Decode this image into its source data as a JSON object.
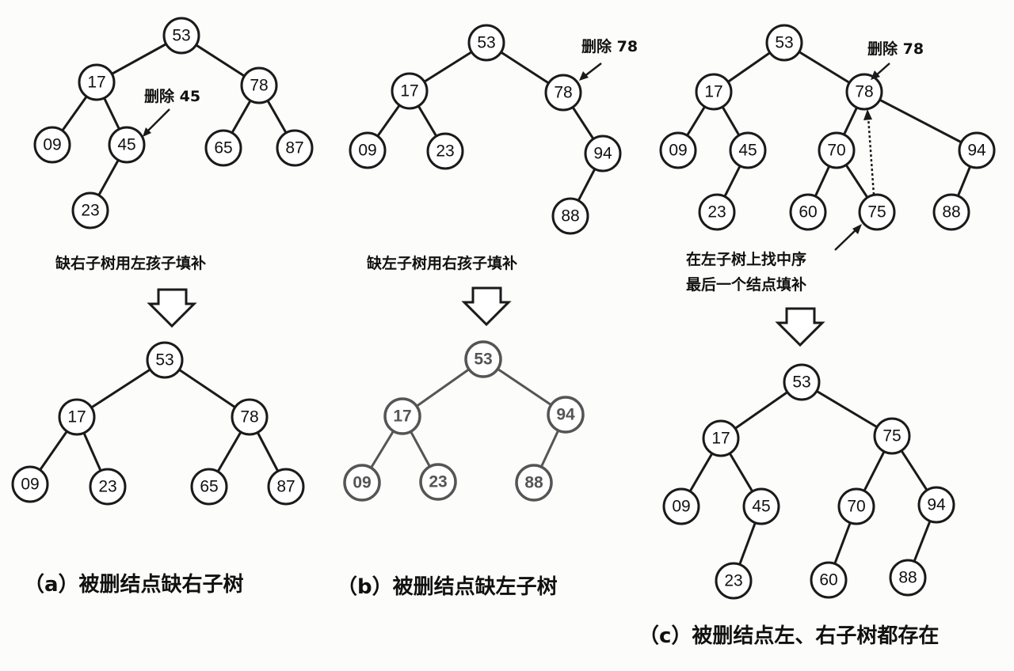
{
  "panels": {
    "a": {
      "before": {
        "nodes": [
          "53",
          "17",
          "78",
          "09",
          "45",
          "65",
          "87",
          "23"
        ],
        "delete_label": "删除 45"
      },
      "rule_label": "缺右子树用左孩子填补",
      "after": {
        "nodes": [
          "53",
          "17",
          "78",
          "09",
          "23",
          "65",
          "87"
        ]
      },
      "caption": "（a）被删结点缺右子树"
    },
    "b": {
      "before": {
        "nodes": [
          "53",
          "17",
          "78",
          "09",
          "23",
          "94",
          "88"
        ],
        "delete_label": "删除 78"
      },
      "rule_label": "缺左子树用右孩子填补",
      "after": {
        "nodes": [
          "53",
          "17",
          "94",
          "09",
          "23",
          "88"
        ]
      },
      "caption": "（b）被删结点缺左子树"
    },
    "c": {
      "before": {
        "nodes": [
          "53",
          "17",
          "78",
          "09",
          "45",
          "70",
          "94",
          "23",
          "60",
          "75",
          "88"
        ],
        "delete_label": "删除 78"
      },
      "rule_label_line1": "在左子树上找中序",
      "rule_label_line2": "最后一个结点填补",
      "after": {
        "nodes": [
          "53",
          "17",
          "75",
          "09",
          "45",
          "70",
          "94",
          "23",
          "60",
          "88"
        ]
      },
      "caption": "（c）被删结点左、右子树都存在"
    }
  },
  "colors": {
    "ink": "#1a1a1a",
    "faded_ink": "#555555",
    "background": "#fcfcfa"
  }
}
